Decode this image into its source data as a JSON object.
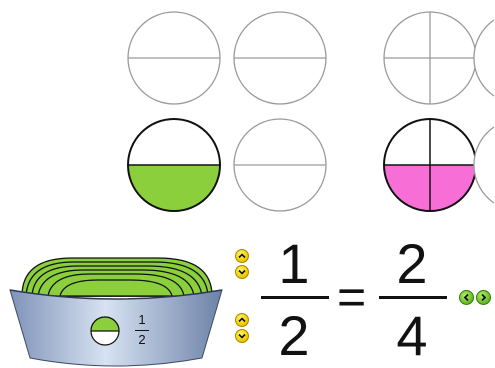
{
  "colors": {
    "green_fill": "#8ccf3c",
    "pink_fill": "#f76fd6",
    "spin_button": "#f2d300",
    "nav_button": "#6cc12a",
    "basket": "#a7b8d6"
  },
  "fraction_left": {
    "numerator": "1",
    "denominator": "2"
  },
  "equals": "=",
  "fraction_right": {
    "numerator": "2",
    "denominator": "4"
  },
  "basket": {
    "label_numerator": "1",
    "label_denominator": "2"
  },
  "icons": {
    "spin_up": "chevron-up-icon",
    "spin_down": "chevron-down-icon",
    "nav_prev": "chevron-left-icon",
    "nav_next": "chevron-right-icon"
  }
}
